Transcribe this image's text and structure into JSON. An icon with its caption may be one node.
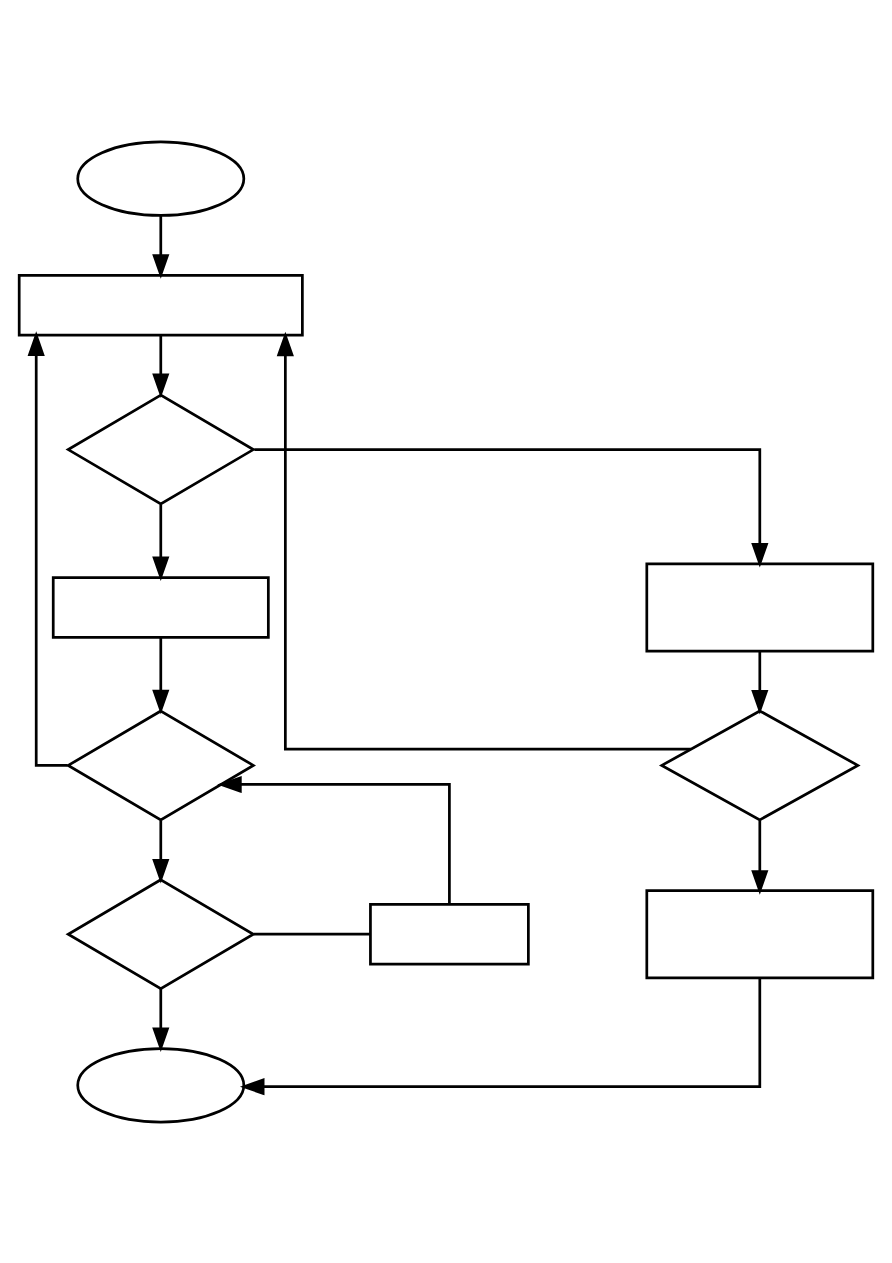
{
  "diagram": {
    "nodes": [
      {
        "text": [],
        "shape": "ellipse"
      },
      {
        "text": [],
        "shape": "box"
      },
      {
        "text": [],
        "shape": "diamond"
      },
      {
        "text": [],
        "shape": "box"
      },
      {
        "text": [],
        "shape": "box"
      },
      {
        "text": [],
        "shape": "diamond"
      },
      {
        "text": [],
        "shape": "diamond"
      },
      {
        "text": [],
        "shape": "box"
      },
      {
        "text": [],
        "shape": "diamond"
      },
      {
        "text": [],
        "shape": "box"
      },
      {
        "text": [],
        "shape": "ellipse"
      }
    ],
    "edges": [
      {
        "from": 0,
        "to": 1,
        "arrow": "to"
      },
      {
        "from": 1,
        "to": 2,
        "arrow": "to"
      },
      {
        "from": 2,
        "to": 3,
        "arrow": "to"
      },
      {
        "from": 2,
        "to": 4,
        "arrow": "to"
      },
      {
        "from": 3,
        "to": 5,
        "arrow": "to"
      },
      {
        "from": 4,
        "to": 6,
        "arrow": "to"
      },
      {
        "from": 5,
        "to": 1,
        "arrow": "to"
      },
      {
        "from": 6,
        "to": 1,
        "arrow": "to"
      },
      {
        "from": 5,
        "to": 8,
        "arrow": "to"
      },
      {
        "from": 6,
        "to": 9,
        "arrow": "to"
      },
      {
        "from": 8,
        "to": 7,
        "arrow": "none"
      },
      {
        "from": 7,
        "to": 5,
        "arrow": "to"
      },
      {
        "from": 8,
        "to": 10,
        "arrow": "to"
      },
      {
        "from": 9,
        "to": 10,
        "arrow": "to"
      }
    ]
  }
}
